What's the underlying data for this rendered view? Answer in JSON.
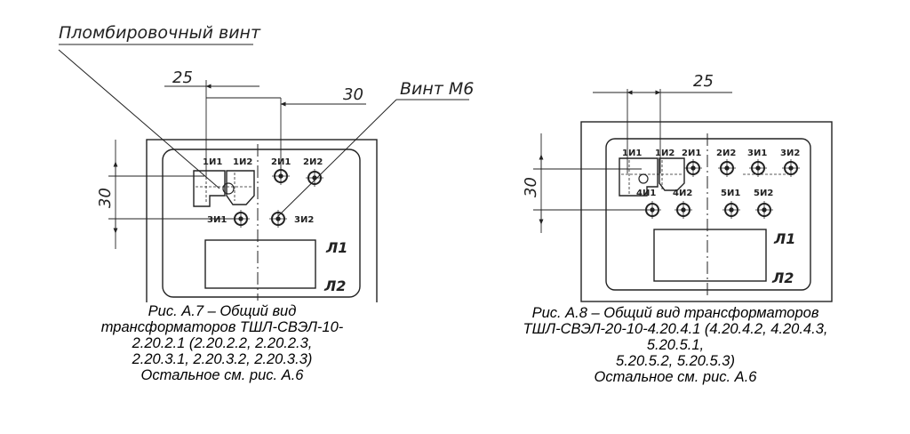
{
  "figure_left": {
    "labels": {
      "seal_screw": "Пломбировочный винт",
      "screw": "Винт М6",
      "dim_25": "25",
      "dim_30_h": "30",
      "dim_30_v": "30",
      "t_1i1": "1И1",
      "t_1i2": "1И2",
      "t_2i1": "2И1",
      "t_2i2": "2И2",
      "t_3i1": "3И1",
      "t_3i2": "3И2",
      "l1": "Л1",
      "l2": "Л2"
    },
    "caption": [
      "Рис. А.7 – Общий вид",
      "трансформаторов ТШЛ-СВЭЛ-10-",
      "2.20.2.1 (2.20.2.2, 2.20.2.3,",
      "2.20.3.1, 2.20.3.2, 2.20.3.3)",
      "Остальное см. рис. А.6"
    ]
  },
  "figure_right": {
    "labels": {
      "dim_25": "25",
      "dim_30_v": "30",
      "t_1i1": "1И1",
      "t_1i2": "1И2",
      "t_2i1": "2И1",
      "t_2i2": "2И2",
      "t_3i1": "3И1",
      "t_3i2": "3И2",
      "t_4i1": "4И1",
      "t_4i2": "4И2",
      "t_5i1": "5И1",
      "t_5i2": "5И2",
      "l1": "Л1",
      "l2": "Л2"
    },
    "caption": [
      "Рис. А.8 – Общий вид трансформаторов",
      "ТШЛ-СВЭЛ-20-10-4.20.4.1 (4.20.4.2, 4.20.4.3,",
      "5.20.5.1,",
      "5.20.5.2, 5.20.5.3)",
      "Остальное см. рис. А.6"
    ]
  }
}
